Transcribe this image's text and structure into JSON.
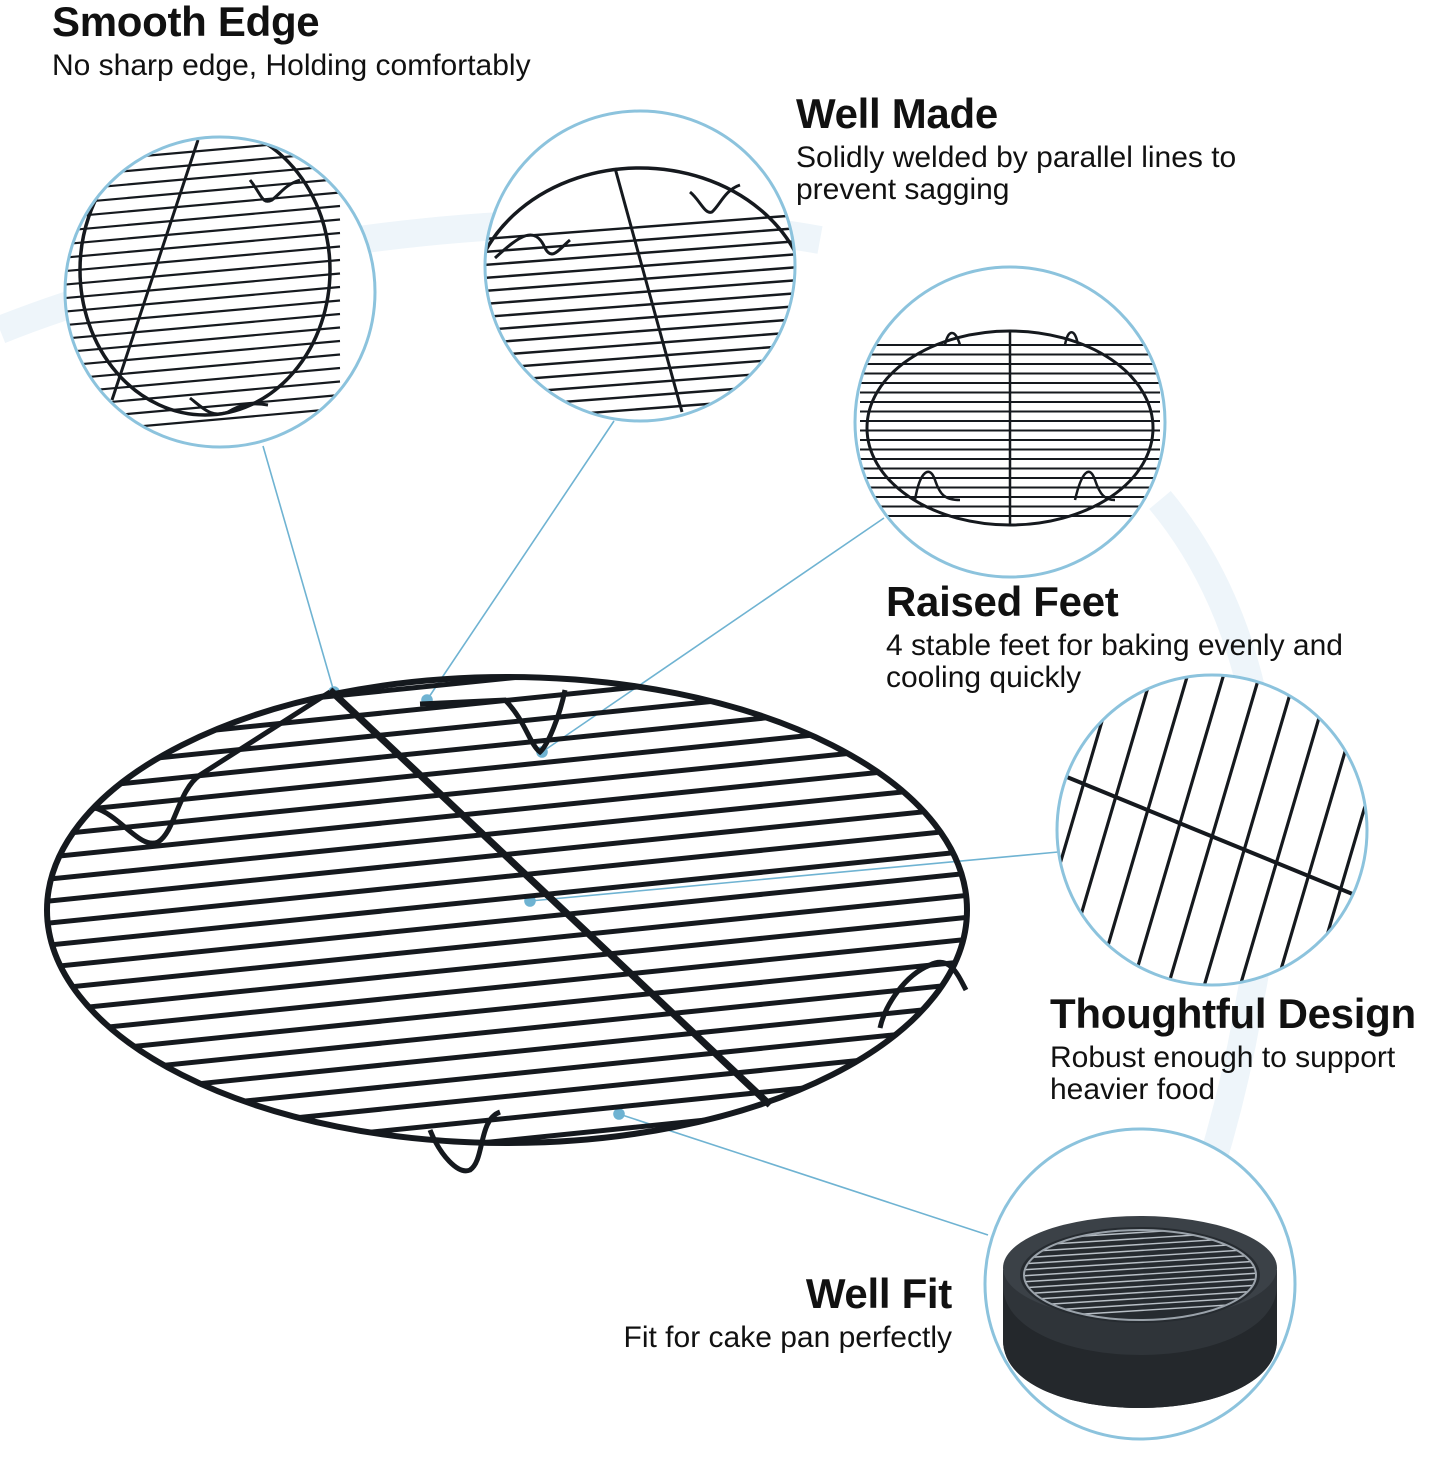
{
  "features": {
    "smooth_edge": {
      "title": "Smooth Edge",
      "lines": [
        "No sharp edge, Holding comfortably"
      ]
    },
    "well_made": {
      "title": "Well Made",
      "lines": [
        "Solidly welded by parallel lines to",
        "prevent sagging"
      ]
    },
    "raised_feet": {
      "title": "Raised Feet",
      "lines": [
        "4 stable feet for baking evenly and",
        "cooling quickly"
      ]
    },
    "thoughtful": {
      "title": "Thoughtful Design",
      "lines": [
        "Robust enough to support",
        "heavier food"
      ]
    },
    "well_fit": {
      "title": "Well Fit",
      "lines": [
        "Fit for cake pan perfectly"
      ]
    }
  },
  "colors": {
    "accent_ring": "#8cc3dd",
    "connector": "#6fb3d2",
    "rack": "#15191e",
    "pan": "#2f3439",
    "bg_swoosh": "#eef5fa"
  }
}
